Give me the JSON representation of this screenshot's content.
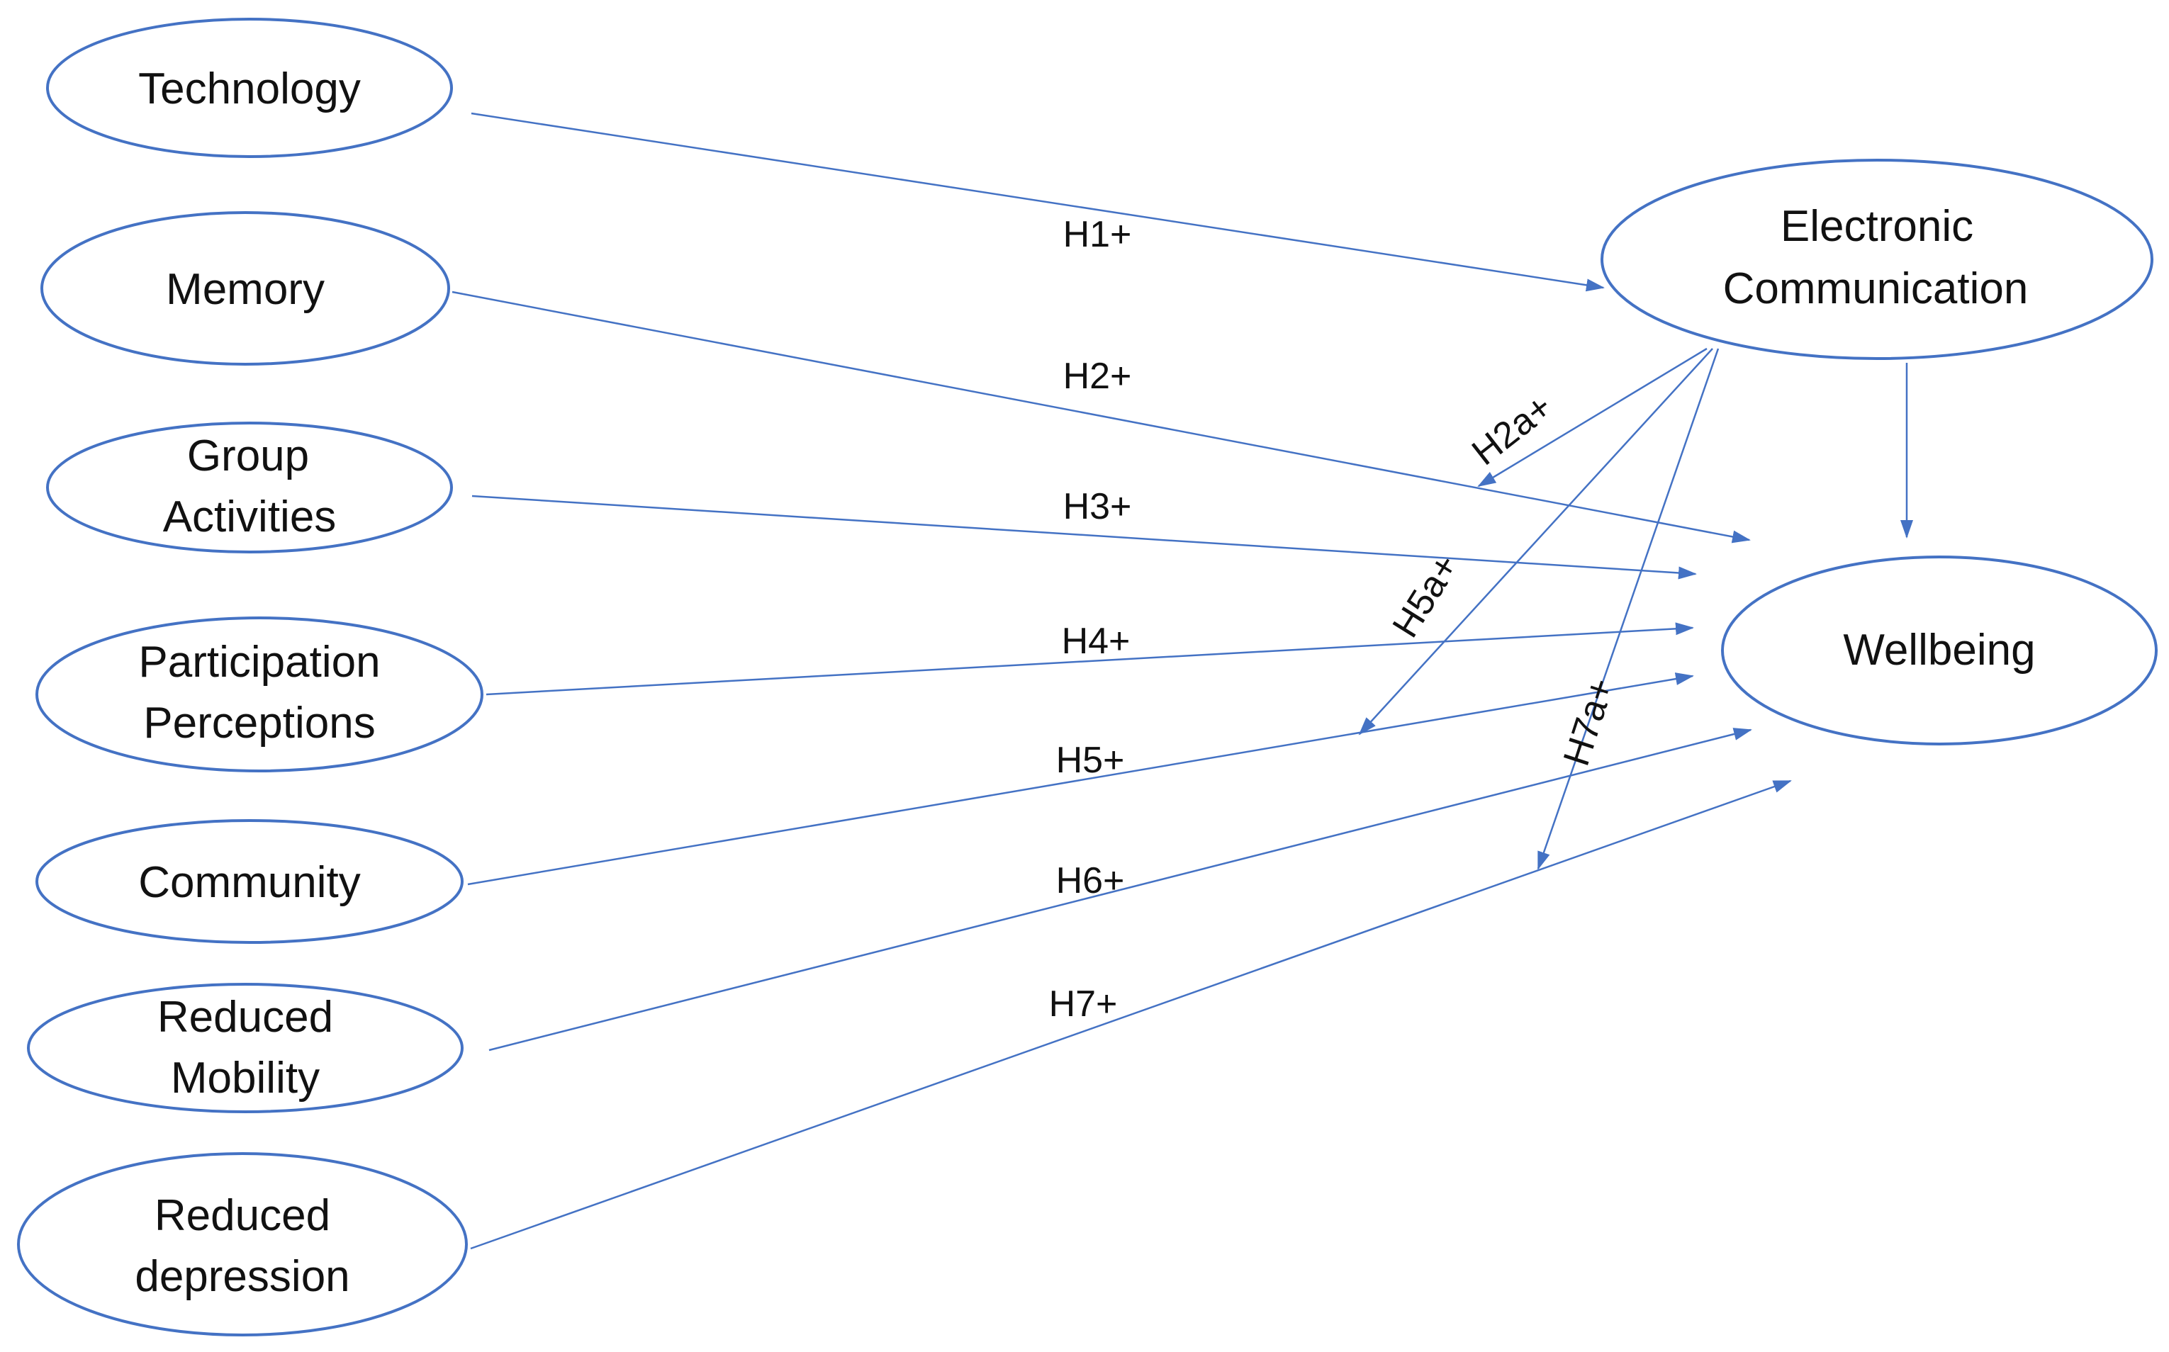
{
  "nodes": {
    "technology": [
      "Technology"
    ],
    "memory": [
      "Memory"
    ],
    "group_activities": [
      "Group",
      "Activities"
    ],
    "participation_perceptions": [
      "Participation",
      "Perceptions"
    ],
    "community": [
      "Community"
    ],
    "reduced_mobility": [
      "Reduced",
      "Mobility"
    ],
    "reduced_depression": [
      "Reduced",
      "depression"
    ],
    "electronic_communication": [
      "Electronic",
      "Communication"
    ],
    "wellbeing": [
      "Wellbeing"
    ]
  },
  "edges": {
    "h1": "H1+",
    "h2": "H2+",
    "h3": "H3+",
    "h4": "H4+",
    "h5": "H5+",
    "h6": "H6+",
    "h7": "H7+",
    "h2a": "H2a+",
    "h5a": "H5a+",
    "h7a": "H7a+",
    "ec_to_wellbeing": ""
  },
  "colors": {
    "stroke": "#4472c4",
    "text": "#111111"
  }
}
